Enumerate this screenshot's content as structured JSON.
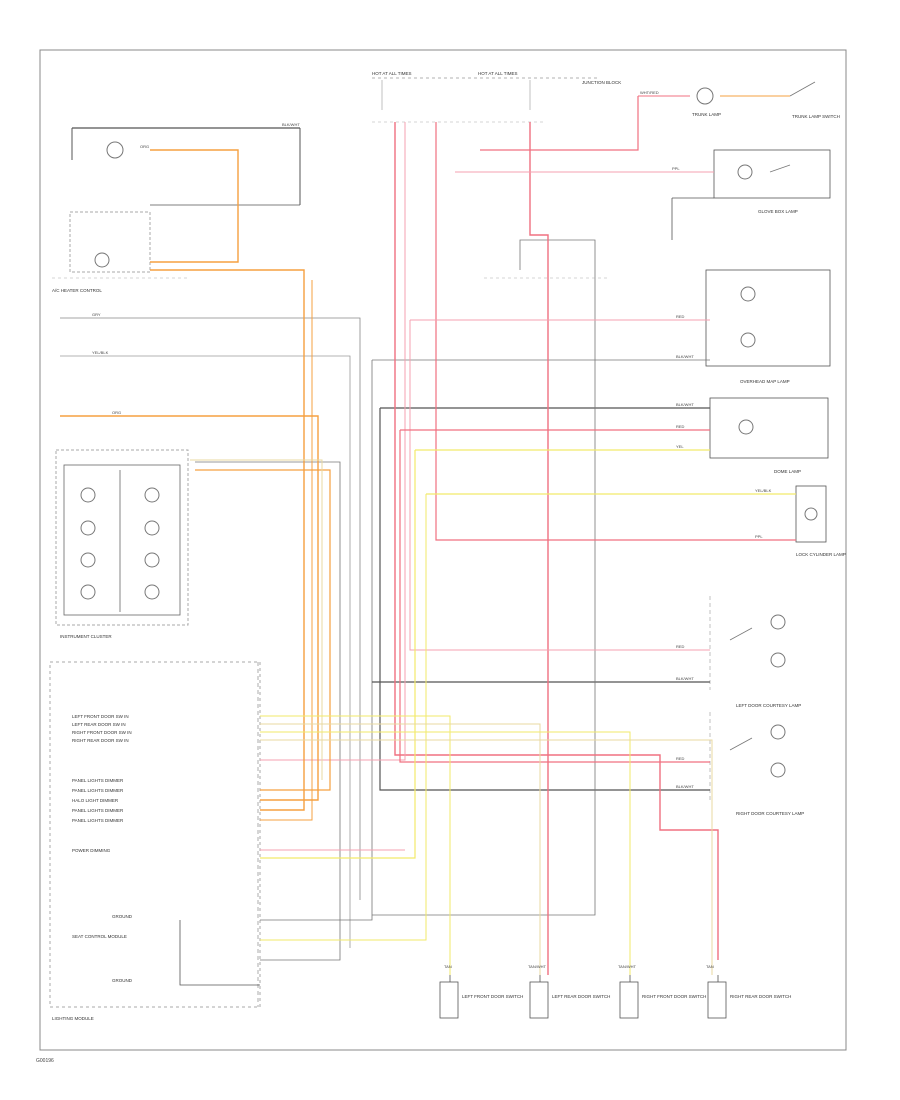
{
  "colors": {
    "black": "#555555",
    "red": "#f07080",
    "pink": "#f4a0b0",
    "orange": "#f5a040",
    "yellow": "#f2ea6a",
    "gray": "#9a9a9a",
    "tan": "#e8d8a0"
  },
  "components": {
    "hot_at_all_times_1": "HOT AT ALL TIMES",
    "hot_at_all_times_2": "HOT AT ALL TIMES",
    "junction_block": "JUNCTION BLOCK",
    "trunk_lamp": "TRUNK LAMP",
    "trunk_lamp_switch": "TRUNK LAMP SWITCH",
    "glove_box_lamp": "GLOVE BOX LAMP",
    "overhead_map_lamp": "OVERHEAD MAP LAMP",
    "dome_lamp": "DOME LAMP",
    "lock_cylinder_lamp": "LOCK CYLINDER LAMP",
    "left_door_courtesy_lamp": "LEFT DOOR COURTESY LAMP",
    "right_door_courtesy_lamp": "RIGHT DOOR COURTESY LAMP",
    "hvac_control": "A/C HEATER CONTROL",
    "instrument_cluster": "INSTRUMENT CLUSTER",
    "lighting_module": "LIGHTING MODULE",
    "left_front_door_switch": "LEFT FRONT DOOR SWITCH",
    "left_rear_door_switch": "LEFT REAR DOOR SWITCH",
    "right_front_door_switch": "RIGHT FRONT DOOR SWITCH",
    "right_rear_door_switch": "RIGHT REAR DOOR SWITCH"
  },
  "module_pins": [
    "LEFT FRONT DOOR SW IN",
    "LEFT REAR DOOR SW IN",
    "RIGHT FRONT DOOR SW IN",
    "RIGHT REAR DOOR SW IN",
    "PANEL LIGHTS DIMMER",
    "PANEL LIGHTS DIMMER",
    "HALO LIGHT DIMMER",
    "PANEL LIGHTS DIMMER",
    "PANEL LIGHTS DIMMER",
    "POWER DIMMING",
    "GROUND",
    "SEAT CONTROL MODULE",
    "GROUND"
  ],
  "wire_colors": {
    "blk_wht": "BLK/WHT",
    "red": "RED",
    "wht_red": "WHT/RED",
    "yel_blk": "YEL/BLK",
    "org": "ORG",
    "tan": "TAN",
    "tan_wht": "TAN/WHT",
    "gry": "GRY",
    "ppl": "PPL",
    "yel": "YEL"
  },
  "figure_code": "G00196"
}
